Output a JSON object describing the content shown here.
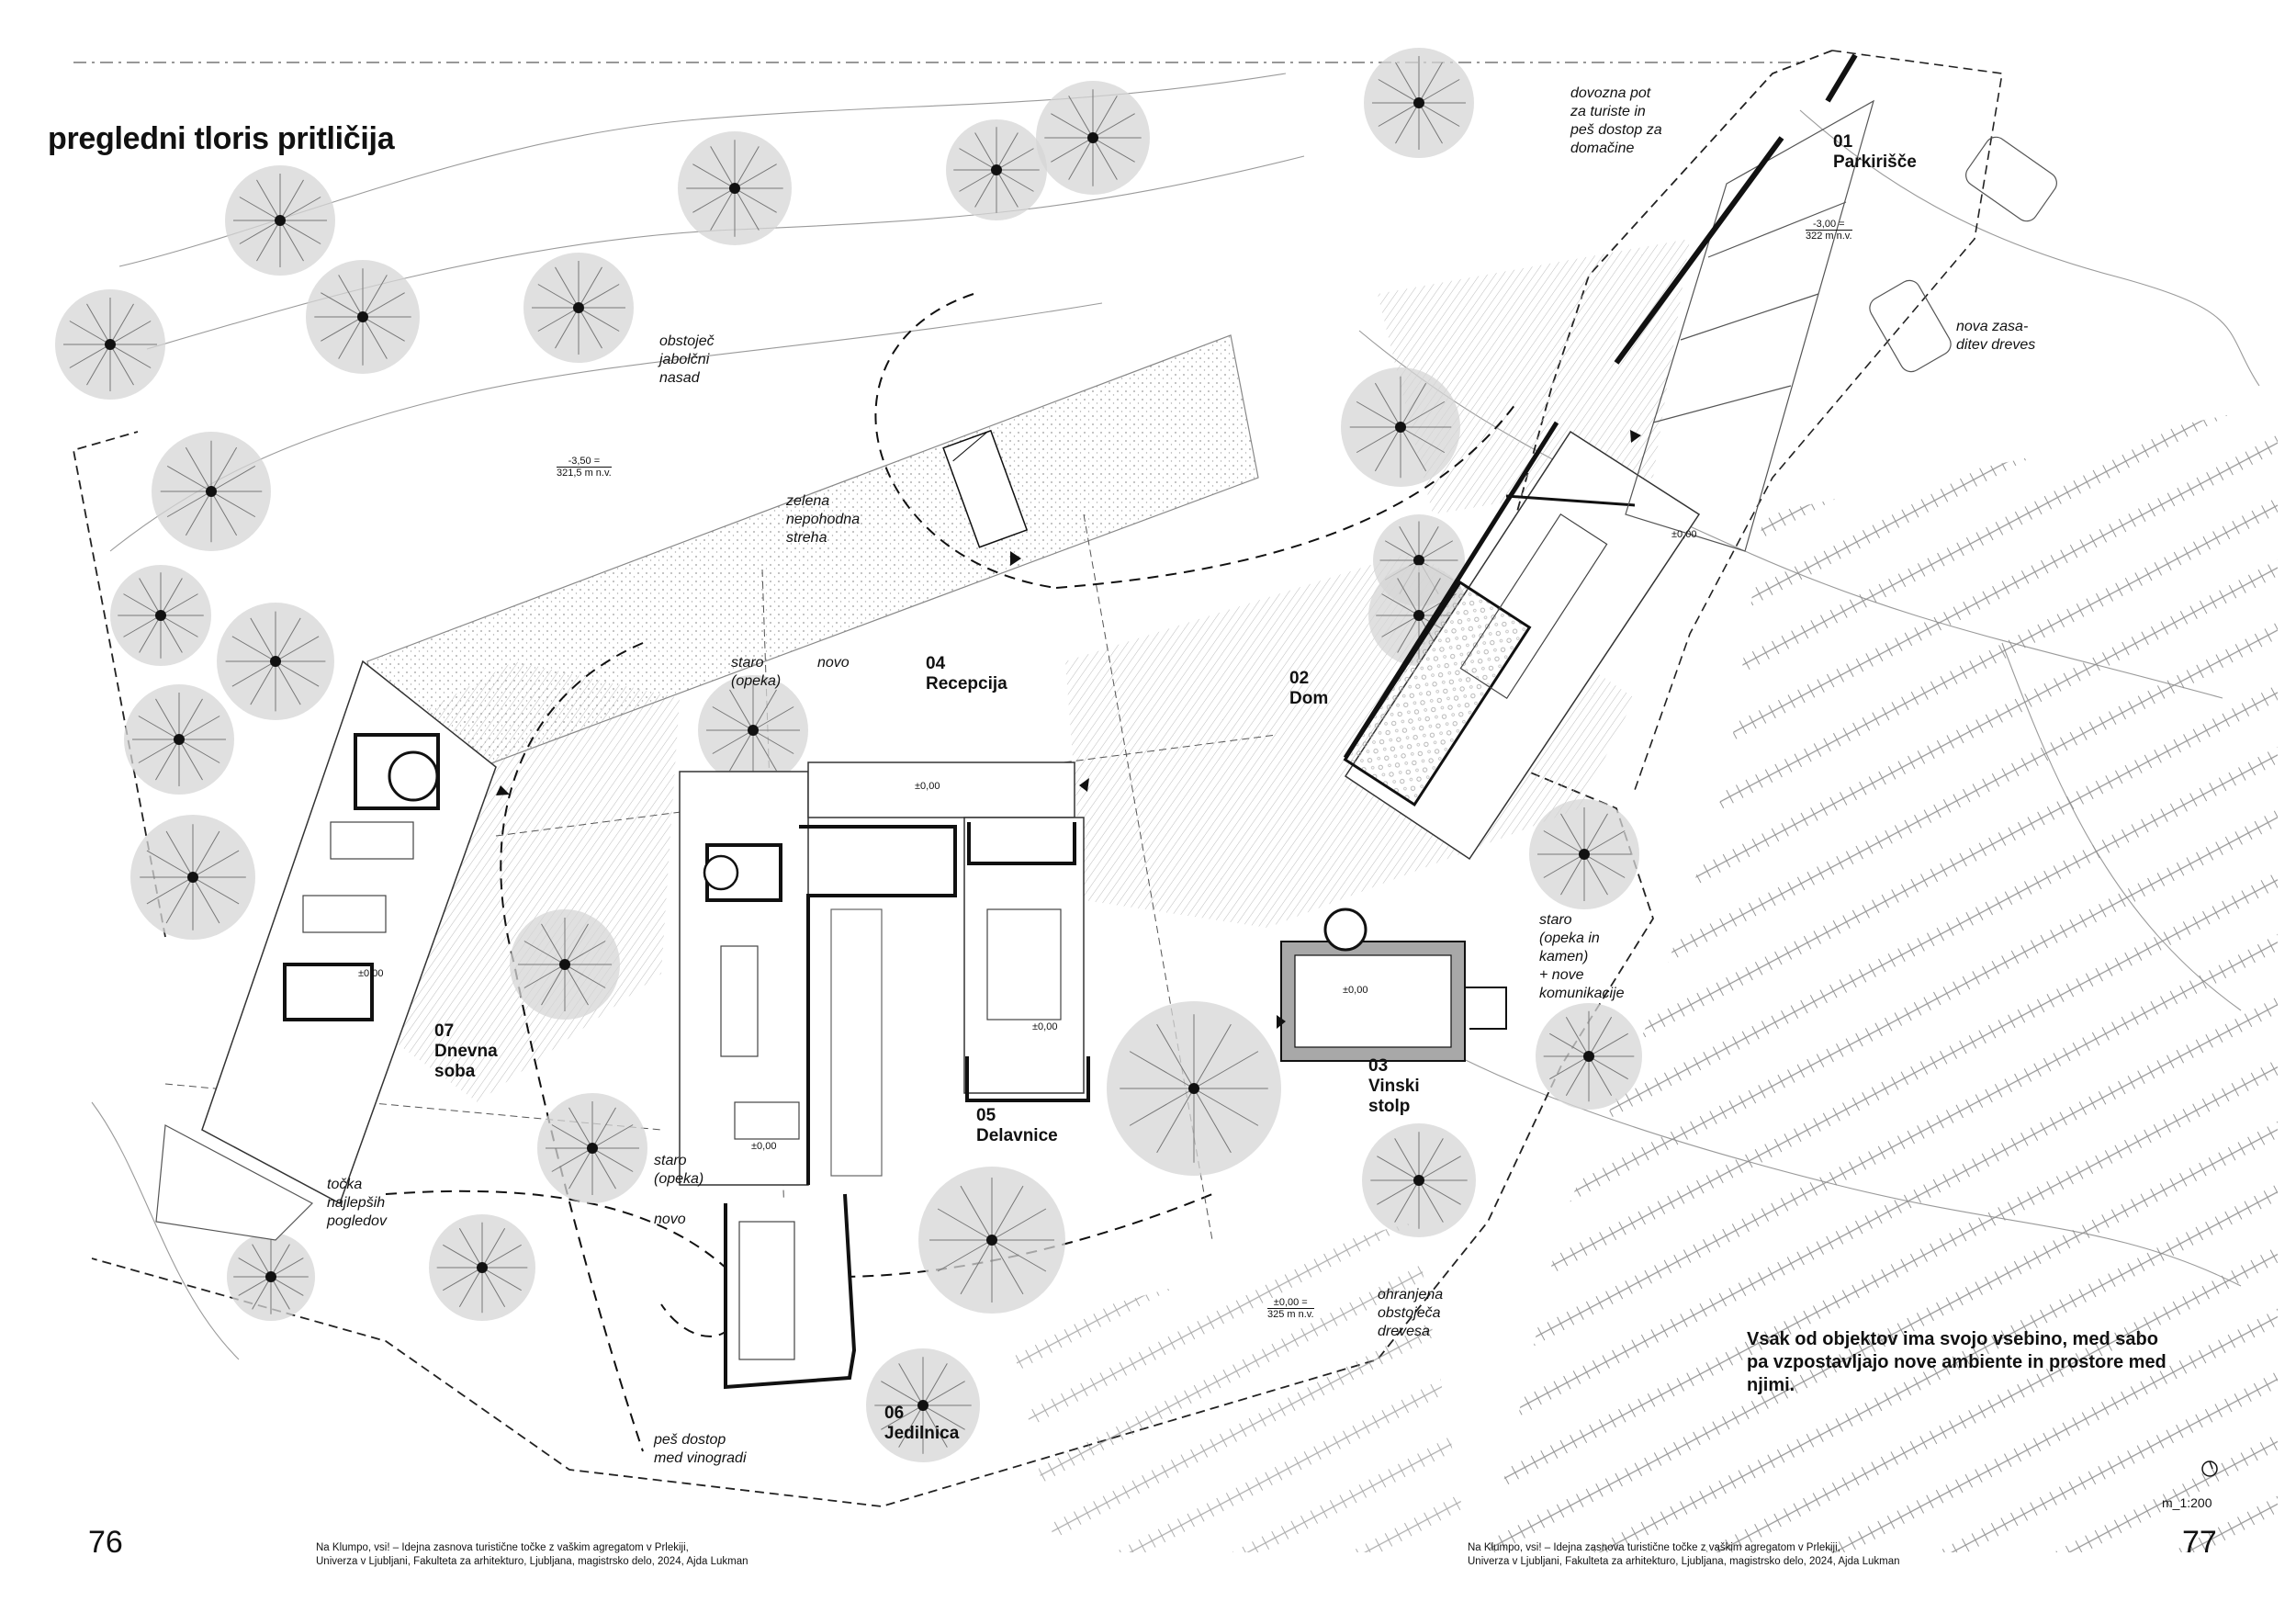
{
  "title": "pregledni tloris pritličija",
  "pages": {
    "left": "76",
    "right": "77"
  },
  "footer": {
    "line1": "Na Klumpo, vsi! – Idejna zasnova turistične točke z vaškim agregatom v Prlekiji,",
    "line2": "Univerza v Ljubljani, Fakulteta za arhitekturo, Ljubljana, magistrsko delo, 2024, Ajda Lukman"
  },
  "buildings": [
    {
      "id": "b01",
      "number": "01",
      "name": "Parkirišče"
    },
    {
      "id": "b02",
      "number": "02",
      "name": "Dom"
    },
    {
      "id": "b03",
      "number": "03",
      "name": "Vinski stolp",
      "name_line1": "Vinski",
      "name_line2": "stolp"
    },
    {
      "id": "b04",
      "number": "04",
      "name": "Recepcija"
    },
    {
      "id": "b05",
      "number": "05",
      "name": "Delavnice"
    },
    {
      "id": "b06",
      "number": "06",
      "name": "Jedilnica"
    },
    {
      "id": "b07",
      "number": "07",
      "name": "Dnevna soba",
      "name_line1": "Dnevna",
      "name_line2": "soba"
    }
  ],
  "notes": {
    "access": [
      "dovozna pot",
      "za turiste in",
      "peš dostop za",
      "domačine"
    ],
    "orchard": [
      "obstoječ",
      "jabolčni",
      "nasad"
    ],
    "roof": [
      "zelena",
      "nepohodna",
      "streha"
    ],
    "old_brick_top": [
      "staro",
      "(opeka)"
    ],
    "new_top": "novo",
    "new_trees": [
      "nova zasa-",
      "ditev dreves"
    ],
    "tower_old": [
      "staro",
      "(opeka in",
      "kamen)",
      "+ nove",
      "komunikacije"
    ],
    "viewpoint": [
      "točka",
      "najlepših",
      "pogledov"
    ],
    "old_brick_bottom": [
      "staro",
      "(opeka)"
    ],
    "new_bottom": "novo",
    "path": [
      "peš dostop",
      "med vinogradi"
    ],
    "kept_trees": [
      "ohranjena",
      "obstoječa",
      "drevesa"
    ]
  },
  "levels": {
    "orchard": {
      "top": "-3,50 =",
      "bottom": "321,5 m n.v."
    },
    "parking": {
      "top": "-3,00 =",
      "bottom": "322 m n.v."
    },
    "ground": {
      "top": "±0,00 =",
      "bottom": "325 m n.v."
    },
    "floor": "±0,00"
  },
  "statement": "Vsak od objektov ima svojo vsebino, med sabo pa vzpostavljajo nove ambiente in prostore med njimi.",
  "scale": "m_1:200",
  "colors": {
    "ink": "#111111",
    "tree_fill": "#cfcfcf",
    "hatch": "#9a9a9a",
    "stone": "#a8a8a8"
  }
}
